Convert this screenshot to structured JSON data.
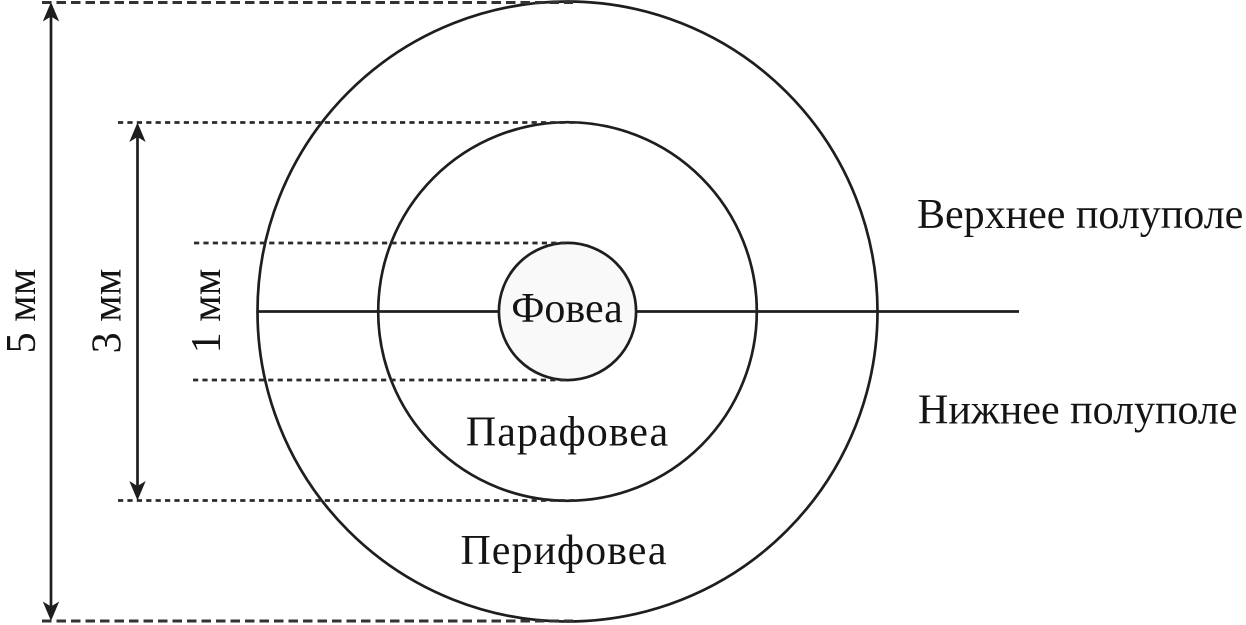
{
  "diagram": {
    "type": "concentric-retinal-zones",
    "regions": {
      "fovea": "Фовеа",
      "parafovea": "Парафовеа",
      "perifovea": "Перифовеа"
    },
    "dimensions": {
      "outer": "5 мм",
      "middle": "3 мм",
      "inner": "1 мм"
    },
    "hemifields": {
      "upper": "Верхнее полуполе",
      "lower": "Нижнее полуполе"
    },
    "colors": {
      "line": "#1e1e1e",
      "dashed_line": "#333333",
      "text": "#141414",
      "fovea_fill": "#f9f9f9",
      "background": "#ffffff"
    }
  }
}
